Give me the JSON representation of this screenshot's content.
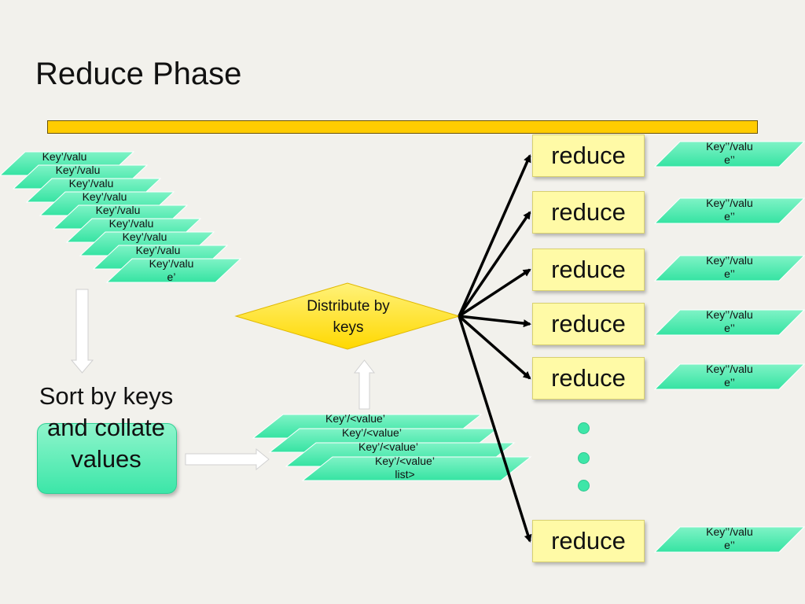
{
  "slide": {
    "title": "Reduce Phase"
  },
  "input_stack": [
    "Key’/valu",
    "Key’/valu",
    "Key’/valu",
    "Key’/valu",
    "Key’/valu",
    "Key’/valu",
    "Key’/valu",
    "Key’/valu",
    "Key’/valu\ne’"
  ],
  "sort_step": {
    "label": "Sort by keys and collate values"
  },
  "collated_stack": [
    "Key’/<value’",
    "Key’/<value’",
    "Key’/<value’",
    "Key’/<value’\nlist>"
  ],
  "distribute": {
    "label": "Distribute by keys"
  },
  "reducers": [
    {
      "label": "reduce",
      "output": "Key’’/valu\ne’’"
    },
    {
      "label": "reduce",
      "output": "Key’’/valu\ne’’"
    },
    {
      "label": "reduce",
      "output": "Key’’/valu\ne’’"
    },
    {
      "label": "reduce",
      "output": "Key’’/valu\ne’’"
    },
    {
      "label": "reduce",
      "output": "Key’’/valu\ne’’"
    },
    {
      "label": "reduce",
      "output": "Key’’/valu\ne’’"
    }
  ],
  "colors": {
    "background": "#f2f1ec",
    "bar": "#ffcc00",
    "parallelogram_fill": "#3ee6a8",
    "reduce_fill": "#fffaa6",
    "diamond_fill": "#ffe033",
    "arrow": "#000000"
  }
}
